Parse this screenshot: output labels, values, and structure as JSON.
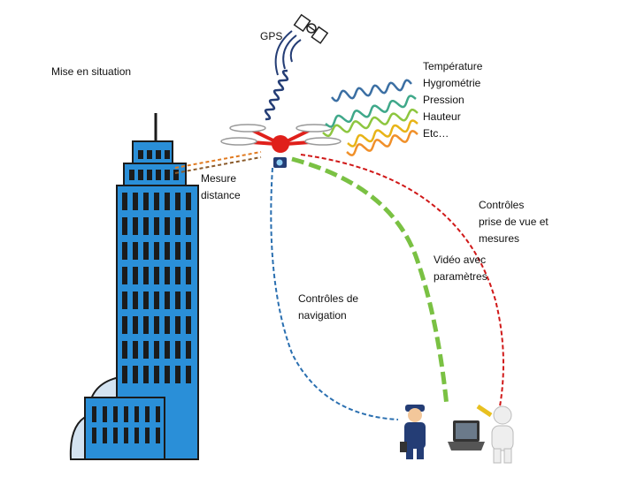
{
  "labels": {
    "gps": "GPS",
    "mise_en_situation": "Mise en situation",
    "sensors": [
      "Température",
      "Hygrométrie",
      "Pression",
      "Hauteur",
      "Etc…"
    ],
    "mesure_distance": [
      "Mesure",
      "distance"
    ],
    "controles_prise": [
      "Contrôles",
      "prise de vue et",
      "mesures"
    ],
    "video": [
      "Vidéo avec",
      "paramètres"
    ],
    "controles_navigation": [
      "Contrôles de",
      "navigation"
    ]
  },
  "colors": {
    "building": "#2a8fd8",
    "building_dark": "#1f6fb0",
    "drone": "#e0201b",
    "gps_signal": "#243d75",
    "wave_blue": "#3b6fa3",
    "wave_teal": "#3fa88a",
    "wave_green": "#8dc63f",
    "wave_yellow": "#e8b418",
    "wave_orange": "#f0902a",
    "distance": "#e07a20",
    "dashed_green": "#7ac143",
    "dashed_red": "#d01818",
    "dashed_blue": "#2a6fb0",
    "cloud": "#d4e3f1"
  },
  "icons": [
    "satellite-icon",
    "drone-icon",
    "camera-icon",
    "pilot-icon",
    "laptop-icon",
    "operator-icon",
    "building-icon",
    "cloud-icon"
  ]
}
